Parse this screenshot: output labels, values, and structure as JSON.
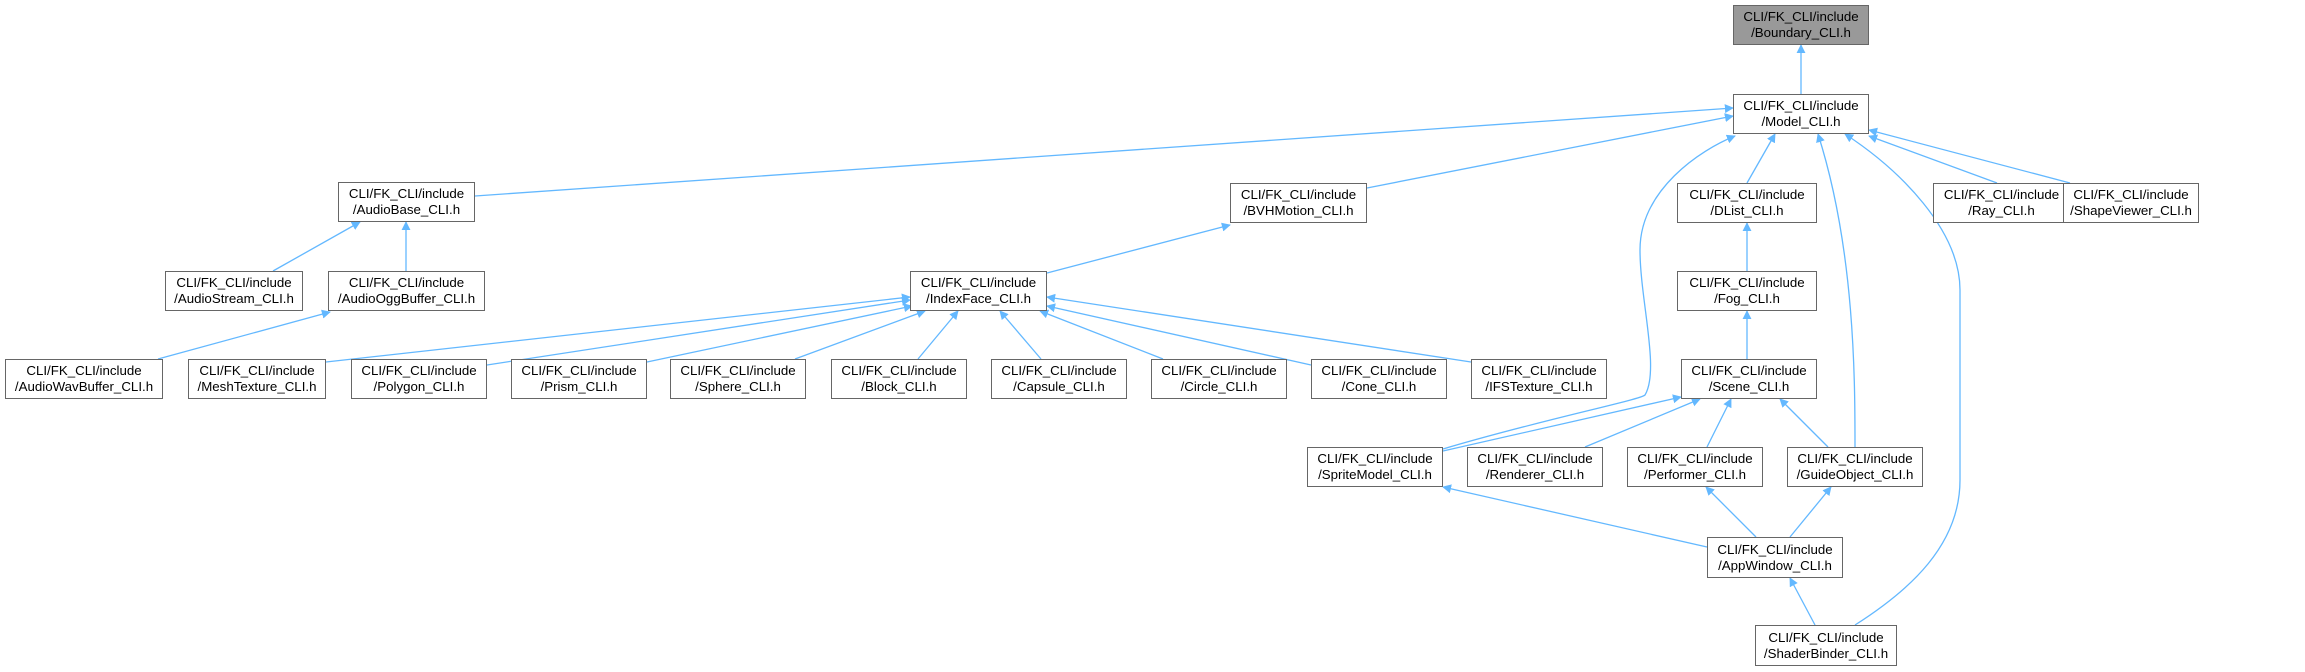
{
  "diagram": {
    "type": "include-dependency-graph",
    "edge_color": "#63b8ff",
    "root_fill": "#999999",
    "node_fill": "#ffffff",
    "node_border": "#666666",
    "nodes": [
      {
        "id": "Boundary",
        "line1": "CLI/FK_CLI/include",
        "line2": "/Boundary_CLI.h",
        "root": true
      },
      {
        "id": "Model",
        "line1": "CLI/FK_CLI/include",
        "line2": "/Model_CLI.h"
      },
      {
        "id": "AudioBase",
        "line1": "CLI/FK_CLI/include",
        "line2": "/AudioBase_CLI.h"
      },
      {
        "id": "BVHMotion",
        "line1": "CLI/FK_CLI/include",
        "line2": "/BVHMotion_CLI.h"
      },
      {
        "id": "DList",
        "line1": "CLI/FK_CLI/include",
        "line2": "/DList_CLI.h"
      },
      {
        "id": "Ray",
        "line1": "CLI/FK_CLI/include",
        "line2": "/Ray_CLI.h"
      },
      {
        "id": "ShapeViewer",
        "line1": "CLI/FK_CLI/include",
        "line2": "/ShapeViewer_CLI.h"
      },
      {
        "id": "AudioStream",
        "line1": "CLI/FK_CLI/include",
        "line2": "/AudioStream_CLI.h"
      },
      {
        "id": "AudioOggBuffer",
        "line1": "CLI/FK_CLI/include",
        "line2": "/AudioOggBuffer_CLI.h"
      },
      {
        "id": "IndexFace",
        "line1": "CLI/FK_CLI/include",
        "line2": "/IndexFace_CLI.h"
      },
      {
        "id": "Fog",
        "line1": "CLI/FK_CLI/include",
        "line2": "/Fog_CLI.h"
      },
      {
        "id": "AudioWavBuffer",
        "line1": "CLI/FK_CLI/include",
        "line2": "/AudioWavBuffer_CLI.h"
      },
      {
        "id": "MeshTexture",
        "line1": "CLI/FK_CLI/include",
        "line2": "/MeshTexture_CLI.h"
      },
      {
        "id": "Polygon",
        "line1": "CLI/FK_CLI/include",
        "line2": "/Polygon_CLI.h"
      },
      {
        "id": "Prism",
        "line1": "CLI/FK_CLI/include",
        "line2": "/Prism_CLI.h"
      },
      {
        "id": "Sphere",
        "line1": "CLI/FK_CLI/include",
        "line2": "/Sphere_CLI.h"
      },
      {
        "id": "Block",
        "line1": "CLI/FK_CLI/include",
        "line2": "/Block_CLI.h"
      },
      {
        "id": "Capsule",
        "line1": "CLI/FK_CLI/include",
        "line2": "/Capsule_CLI.h"
      },
      {
        "id": "Circle",
        "line1": "CLI/FK_CLI/include",
        "line2": "/Circle_CLI.h"
      },
      {
        "id": "Cone",
        "line1": "CLI/FK_CLI/include",
        "line2": "/Cone_CLI.h"
      },
      {
        "id": "IFSTexture",
        "line1": "CLI/FK_CLI/include",
        "line2": "/IFSTexture_CLI.h"
      },
      {
        "id": "Scene",
        "line1": "CLI/FK_CLI/include",
        "line2": "/Scene_CLI.h"
      },
      {
        "id": "SpriteModel",
        "line1": "CLI/FK_CLI/include",
        "line2": "/SpriteModel_CLI.h"
      },
      {
        "id": "Renderer",
        "line1": "CLI/FK_CLI/include",
        "line2": "/Renderer_CLI.h"
      },
      {
        "id": "Performer",
        "line1": "CLI/FK_CLI/include",
        "line2": "/Performer_CLI.h"
      },
      {
        "id": "GuideObject",
        "line1": "CLI/FK_CLI/include",
        "line2": "/GuideObject_CLI.h"
      },
      {
        "id": "AppWindow",
        "line1": "CLI/FK_CLI/include",
        "line2": "/AppWindow_CLI.h"
      },
      {
        "id": "ShaderBinder",
        "line1": "CLI/FK_CLI/include",
        "line2": "/ShaderBinder_CLI.h"
      }
    ],
    "edges": [
      {
        "from": "Model",
        "to": "Boundary"
      },
      {
        "from": "AudioBase",
        "to": "Model"
      },
      {
        "from": "BVHMotion",
        "to": "Model"
      },
      {
        "from": "DList",
        "to": "Model"
      },
      {
        "from": "Ray",
        "to": "Model"
      },
      {
        "from": "ShapeViewer",
        "to": "Model"
      },
      {
        "from": "SpriteModel",
        "to": "Model"
      },
      {
        "from": "GuideObject",
        "to": "Model"
      },
      {
        "from": "ShaderBinder",
        "to": "Model"
      },
      {
        "from": "AudioStream",
        "to": "AudioBase"
      },
      {
        "from": "AudioOggBuffer",
        "to": "AudioBase"
      },
      {
        "from": "AudioWavBuffer",
        "to": "AudioOggBuffer"
      },
      {
        "from": "IndexFace",
        "to": "BVHMotion"
      },
      {
        "from": "MeshTexture",
        "to": "IndexFace"
      },
      {
        "from": "Polygon",
        "to": "IndexFace"
      },
      {
        "from": "Prism",
        "to": "IndexFace"
      },
      {
        "from": "Sphere",
        "to": "IndexFace"
      },
      {
        "from": "Block",
        "to": "IndexFace"
      },
      {
        "from": "Capsule",
        "to": "IndexFace"
      },
      {
        "from": "Circle",
        "to": "IndexFace"
      },
      {
        "from": "Cone",
        "to": "IndexFace"
      },
      {
        "from": "IFSTexture",
        "to": "IndexFace"
      },
      {
        "from": "Fog",
        "to": "DList"
      },
      {
        "from": "Scene",
        "to": "Fog"
      },
      {
        "from": "SpriteModel",
        "to": "Scene"
      },
      {
        "from": "Renderer",
        "to": "Scene"
      },
      {
        "from": "Performer",
        "to": "Scene"
      },
      {
        "from": "GuideObject",
        "to": "Scene"
      },
      {
        "from": "AppWindow",
        "to": "SpriteModel"
      },
      {
        "from": "AppWindow",
        "to": "Performer"
      },
      {
        "from": "AppWindow",
        "to": "GuideObject"
      },
      {
        "from": "ShaderBinder",
        "to": "AppWindow"
      }
    ]
  }
}
